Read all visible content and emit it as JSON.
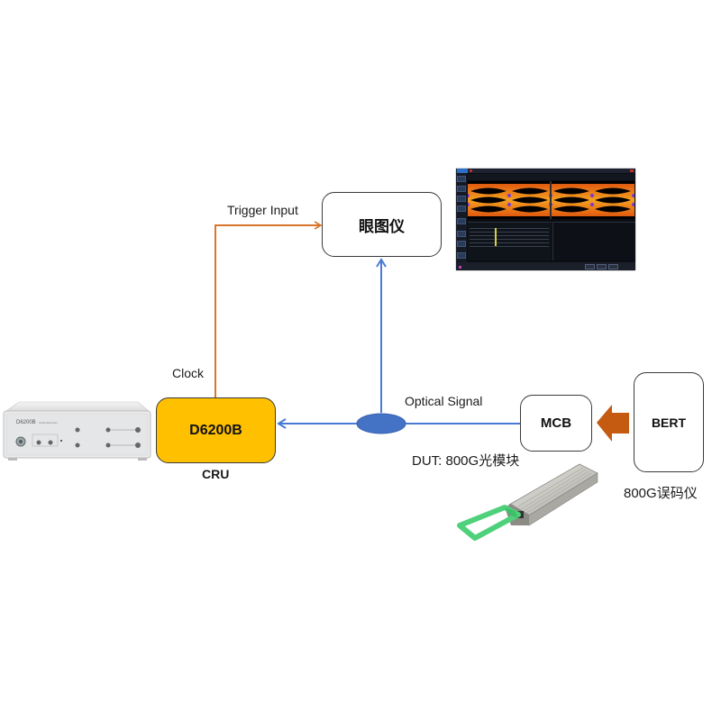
{
  "diagram": {
    "title_nodes": {
      "eye_scope": {
        "label": "眼图仪"
      },
      "cru": {
        "label": "D6200B",
        "caption": "CRU"
      },
      "mcb": {
        "label": "MCB"
      },
      "bert": {
        "label": "BERT",
        "caption": "800G误码仪"
      }
    },
    "edge_labels": {
      "trigger": "Trigger Input",
      "clock": "Clock",
      "optical": "Optical Signal",
      "dut": "DUT: 800G光模块"
    },
    "colors": {
      "clock_line": "#d9762b",
      "optical_line": "#4a7bd4",
      "splitter": "#4472c4",
      "cru_fill": "#ffc000",
      "bert_arrow": "#c55a11",
      "box_border": "#3a3a3a"
    },
    "images": {
      "scope_screenshot": "eye-diagram-oscilloscope-screen",
      "cru_photo": "D6200B-clock-recovery-unit",
      "module_photo": "800G-optical-transceiver-module"
    },
    "instrument_panel": {
      "model": "D6200B",
      "subtitle": "Clock Recovery"
    },
    "edges": [
      {
        "from": "cru",
        "to": "eye_scope",
        "label": "Clock / Trigger Input",
        "style": "orange-arrow"
      },
      {
        "from": "splitter",
        "to": "eye_scope",
        "label": "",
        "style": "blue-arrow"
      },
      {
        "from": "splitter",
        "to": "cru",
        "label": "",
        "style": "blue-arrow"
      },
      {
        "from": "mcb",
        "to": "splitter",
        "label": "Optical Signal",
        "style": "blue-line"
      },
      {
        "from": "bert",
        "to": "mcb",
        "label": "",
        "style": "block-arrow"
      }
    ]
  }
}
